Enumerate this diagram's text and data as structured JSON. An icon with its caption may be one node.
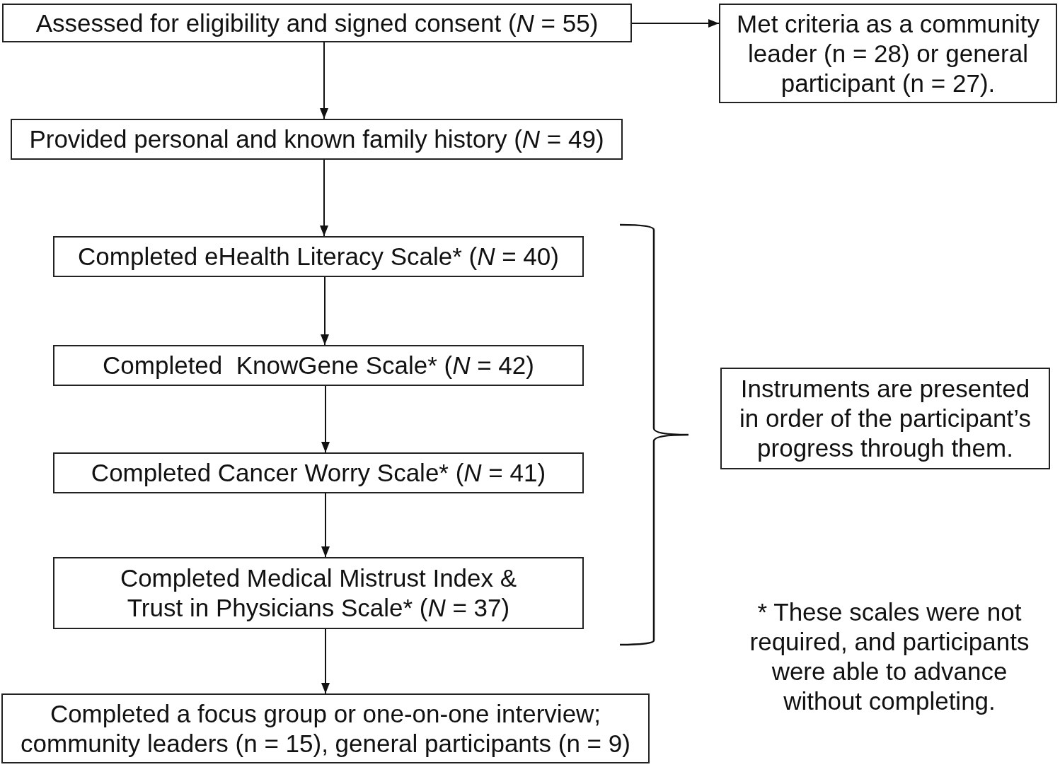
{
  "diagram": {
    "nodes": [
      {
        "text": [
          "Assessed for eligibility and signed consent (*N* = 55)"
        ]
      },
      {
        "text": [
          "Met criteria as a community leader (n = 28) or general participant (n = 27)."
        ]
      },
      {
        "text": [
          "Provided personal and known family history (*N* = 49)"
        ]
      },
      {
        "text": [
          "Completed eHealth Literacy Scale* (*N* = 40)"
        ]
      },
      {
        "text": [
          "Completed  KnowGene Scale* (*N* = 42)"
        ]
      },
      {
        "text": [
          "Completed Cancer Worry Scale* (*N* = 41)"
        ]
      },
      {
        "text": [
          "Completed Medical Mistrust Index & Trust in Physicians Scale* (*N* = 37)"
        ]
      },
      {
        "text": [
          "Completed a focus group or one-on-one interview; community leaders (n = 15), general participants (n = 9)"
        ]
      },
      {
        "text": [
          "Instruments are presented in order of the participant’s progress through them."
        ]
      }
    ],
    "edges": [
      {
        "from": 0,
        "to": 1,
        "arrow": "to"
      },
      {
        "from": 0,
        "to": 2,
        "arrow": "to"
      },
      {
        "from": 2,
        "to": 3,
        "arrow": "to"
      },
      {
        "from": 3,
        "to": 4,
        "arrow": "to"
      },
      {
        "from": 4,
        "to": 5,
        "arrow": "to"
      },
      {
        "from": 5,
        "to": 6,
        "arrow": "to"
      },
      {
        "from": 6,
        "to": 7,
        "arrow": "to"
      }
    ],
    "labels": [
      "* These scales were not required, and participants were able to advance without completing."
    ]
  }
}
